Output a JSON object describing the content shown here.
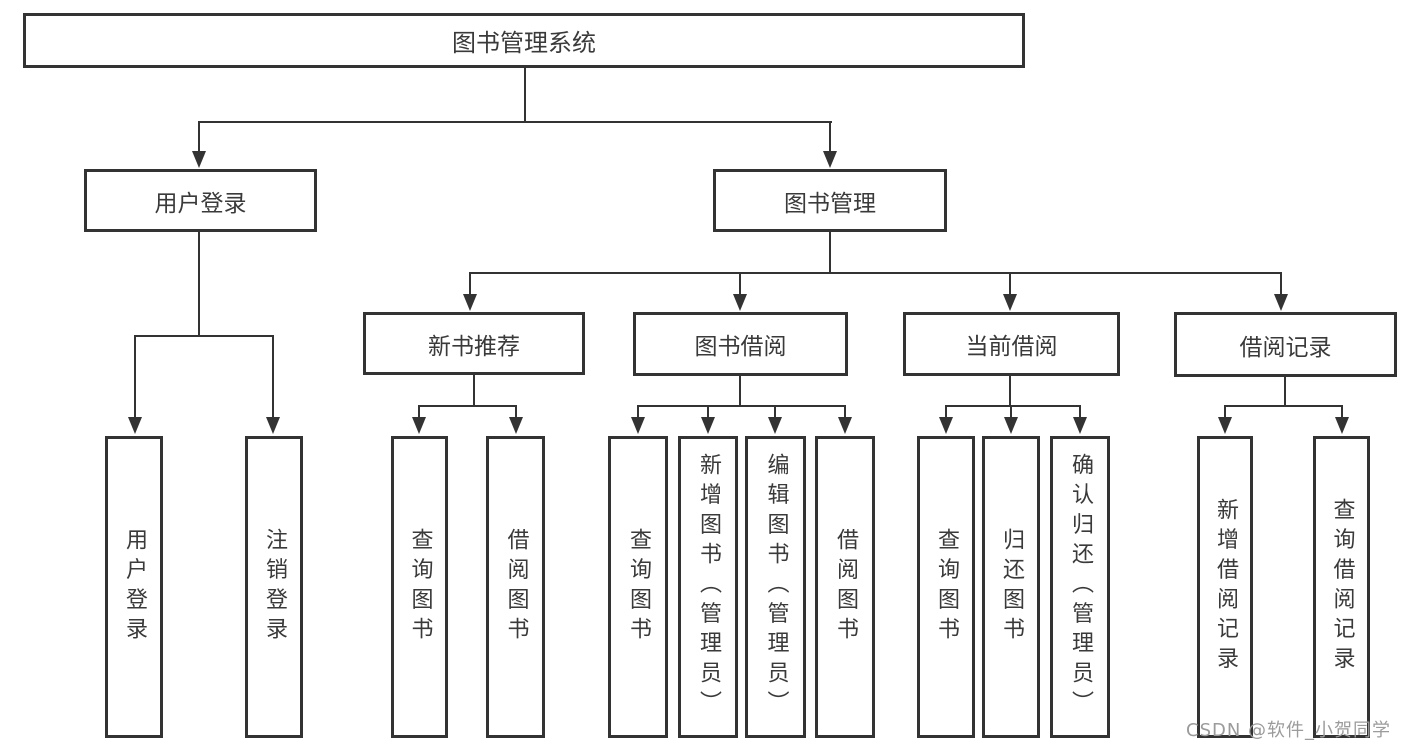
{
  "diagram": {
    "root": {
      "label": "图书管理系统",
      "children": [
        {
          "label": "用户登录",
          "children": [
            {
              "label": "用户登录"
            },
            {
              "label": "注销登录"
            }
          ]
        },
        {
          "label": "图书管理",
          "children": [
            {
              "label": "新书推荐",
              "children": [
                {
                  "label": "查询图书"
                },
                {
                  "label": "借阅图书"
                }
              ]
            },
            {
              "label": "图书借阅",
              "children": [
                {
                  "label": "查询图书"
                },
                {
                  "label": "新增图书（管理员）"
                },
                {
                  "label": "编辑图书（管理员）"
                },
                {
                  "label": "借阅图书"
                }
              ]
            },
            {
              "label": "当前借阅",
              "children": [
                {
                  "label": "查询图书"
                },
                {
                  "label": "归还图书"
                },
                {
                  "label": "确认归还（管理员）"
                }
              ]
            },
            {
              "label": "借阅记录",
              "children": [
                {
                  "label": "新增借阅记录"
                },
                {
                  "label": "查询借阅记录"
                }
              ]
            }
          ]
        }
      ]
    }
  },
  "watermark": {
    "text": "CSDN @软件_小贺同学"
  },
  "colors": {
    "line": "#333333",
    "text": "#3a3a3a",
    "background": "#ffffff",
    "watermark": "#9b9b9b"
  }
}
